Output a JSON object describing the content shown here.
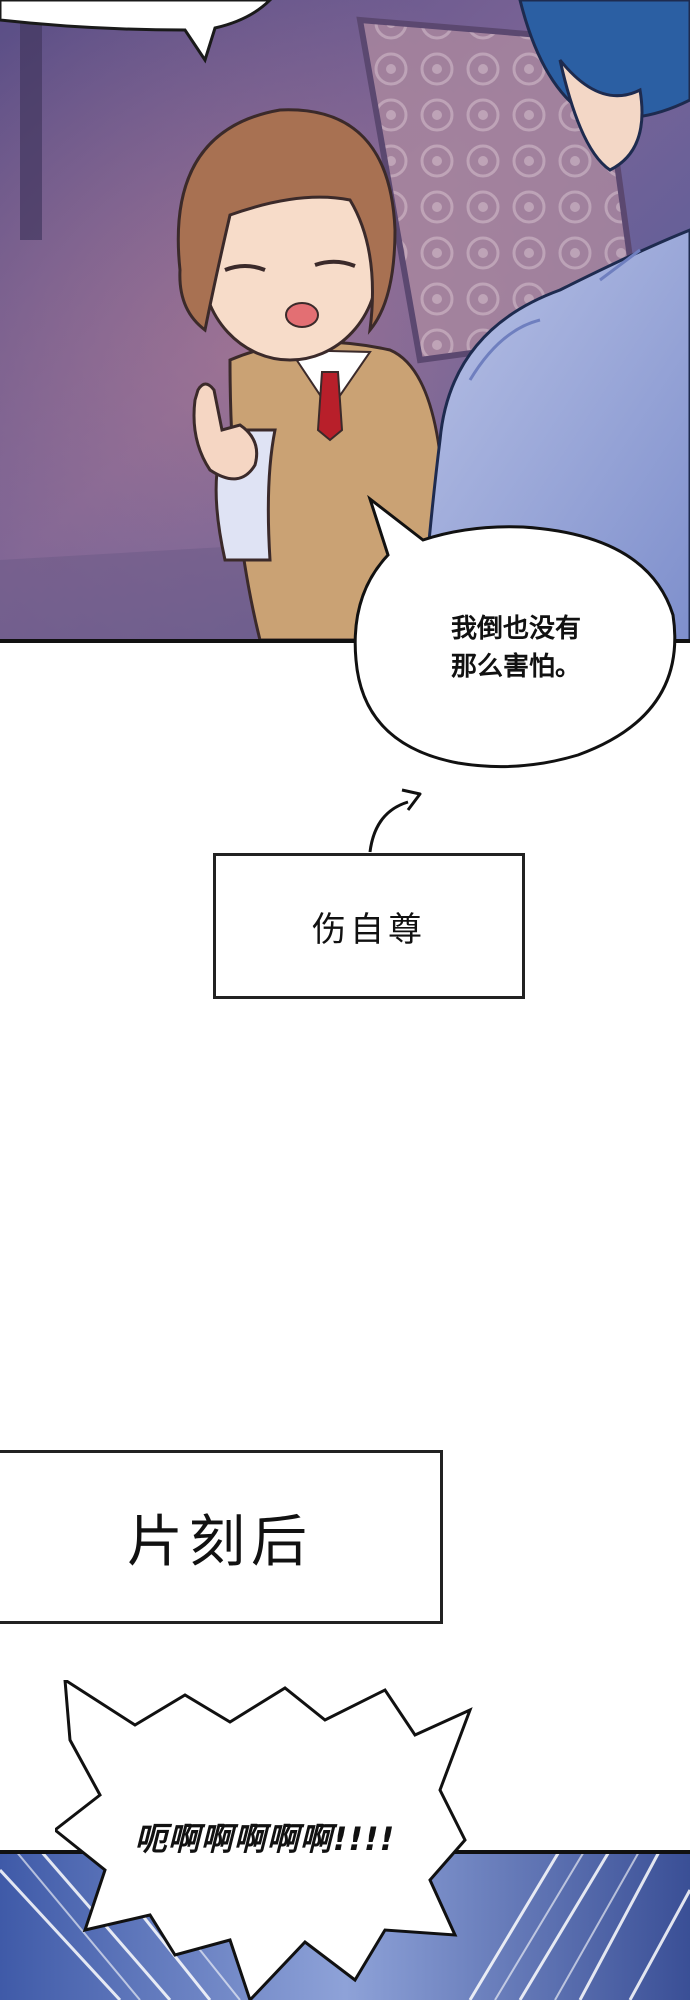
{
  "panel_1": {
    "speech_bubble": {
      "line_1": "我倒也没有",
      "line_2": "那么害怕。"
    },
    "annotation_box": {
      "text": "伤自尊"
    }
  },
  "panel_2": {
    "caption_box": {
      "text": "片刻后"
    },
    "shout_bubble": {
      "text": "呃啊啊啊啊啊!!!!"
    }
  }
}
